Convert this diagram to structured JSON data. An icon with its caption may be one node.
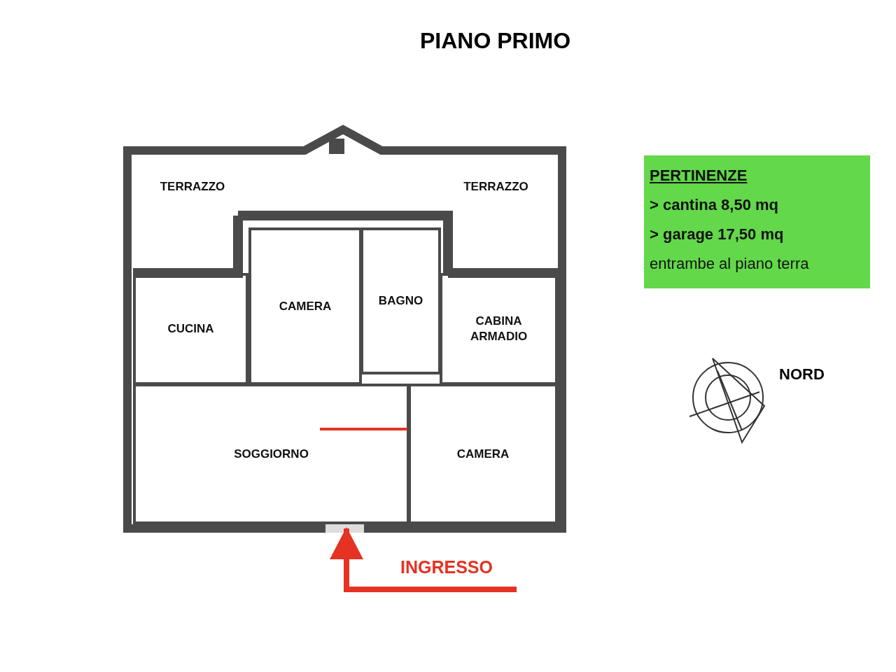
{
  "diagram": {
    "title": "PIANO PRIMO",
    "nodes": [
      {
        "text": [
          "TERRAZZO"
        ]
      },
      {
        "text": [
          "TERRAZZO"
        ]
      },
      {
        "text": [
          "CUCINA"
        ]
      },
      {
        "text": [
          "CAMERA"
        ]
      },
      {
        "text": [
          "BAGNO"
        ]
      },
      {
        "text": [
          "CABINA ARMADIO"
        ]
      },
      {
        "text": [
          "SOGGIORNO"
        ]
      },
      {
        "text": [
          "CAMERA"
        ]
      },
      {
        "text": [
          "PERTINENZE",
          "> cantina 8,50 mq",
          "> garage 17,50 mq",
          "entrambe al piano terra"
        ]
      },
      {
        "text": [
          "INGRESSO"
        ]
      }
    ],
    "edges": [
      {
        "from": 9,
        "to": 6,
        "arrow": "to"
      }
    ],
    "labels": [
      "NORD"
    ]
  }
}
